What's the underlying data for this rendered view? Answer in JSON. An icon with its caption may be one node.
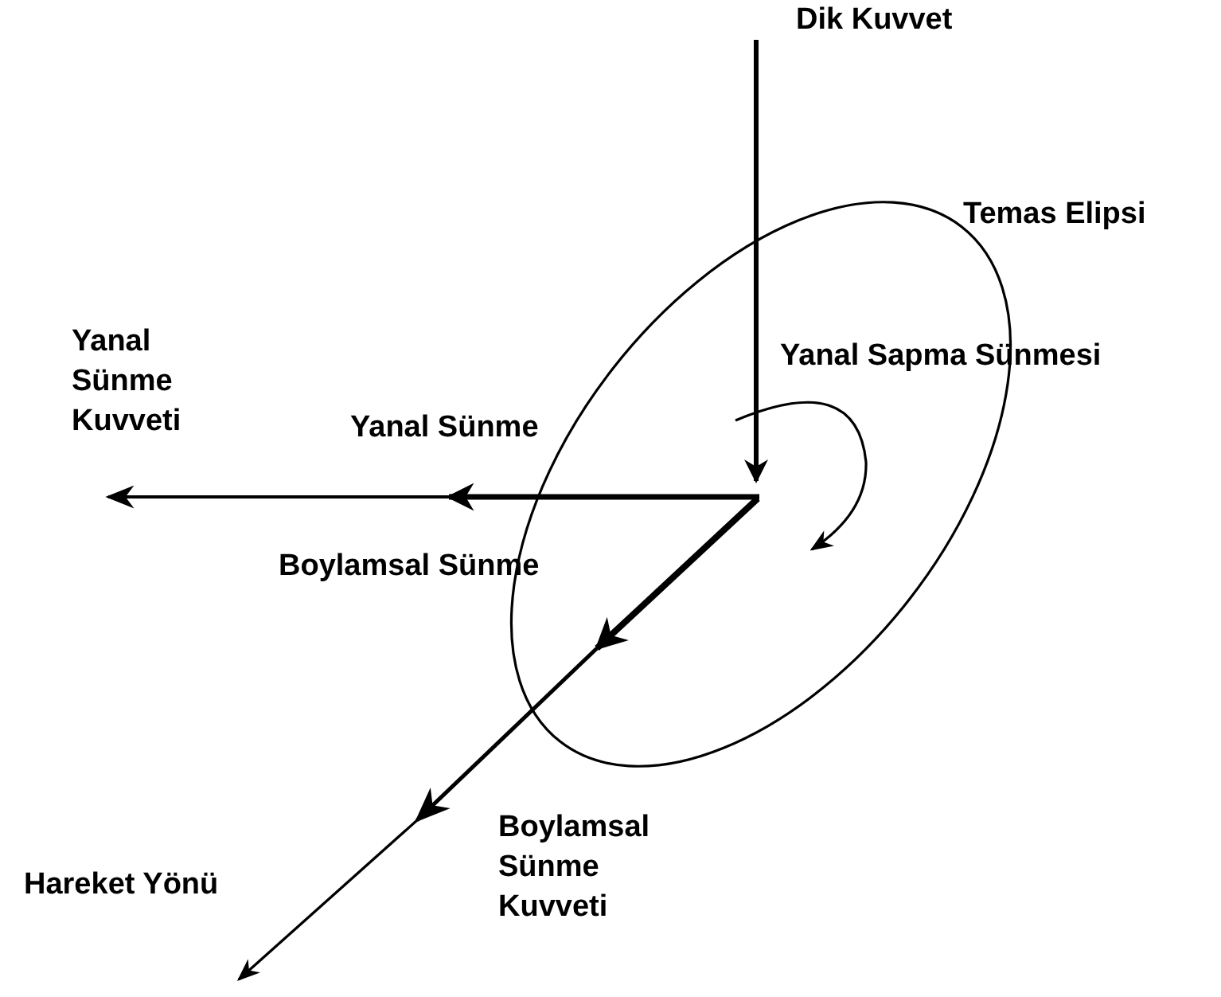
{
  "diagram": {
    "labels": [
      "Dik Kuvvet",
      "Temas Elipsi",
      "Yanal Sünme Kuvveti",
      "Yanal Sapma Sünmesi",
      "Yanal Sünme",
      "Boylamsal Sünme",
      "Boylamsal Sünme Kuvveti",
      "Hareket Yönü"
    ]
  }
}
